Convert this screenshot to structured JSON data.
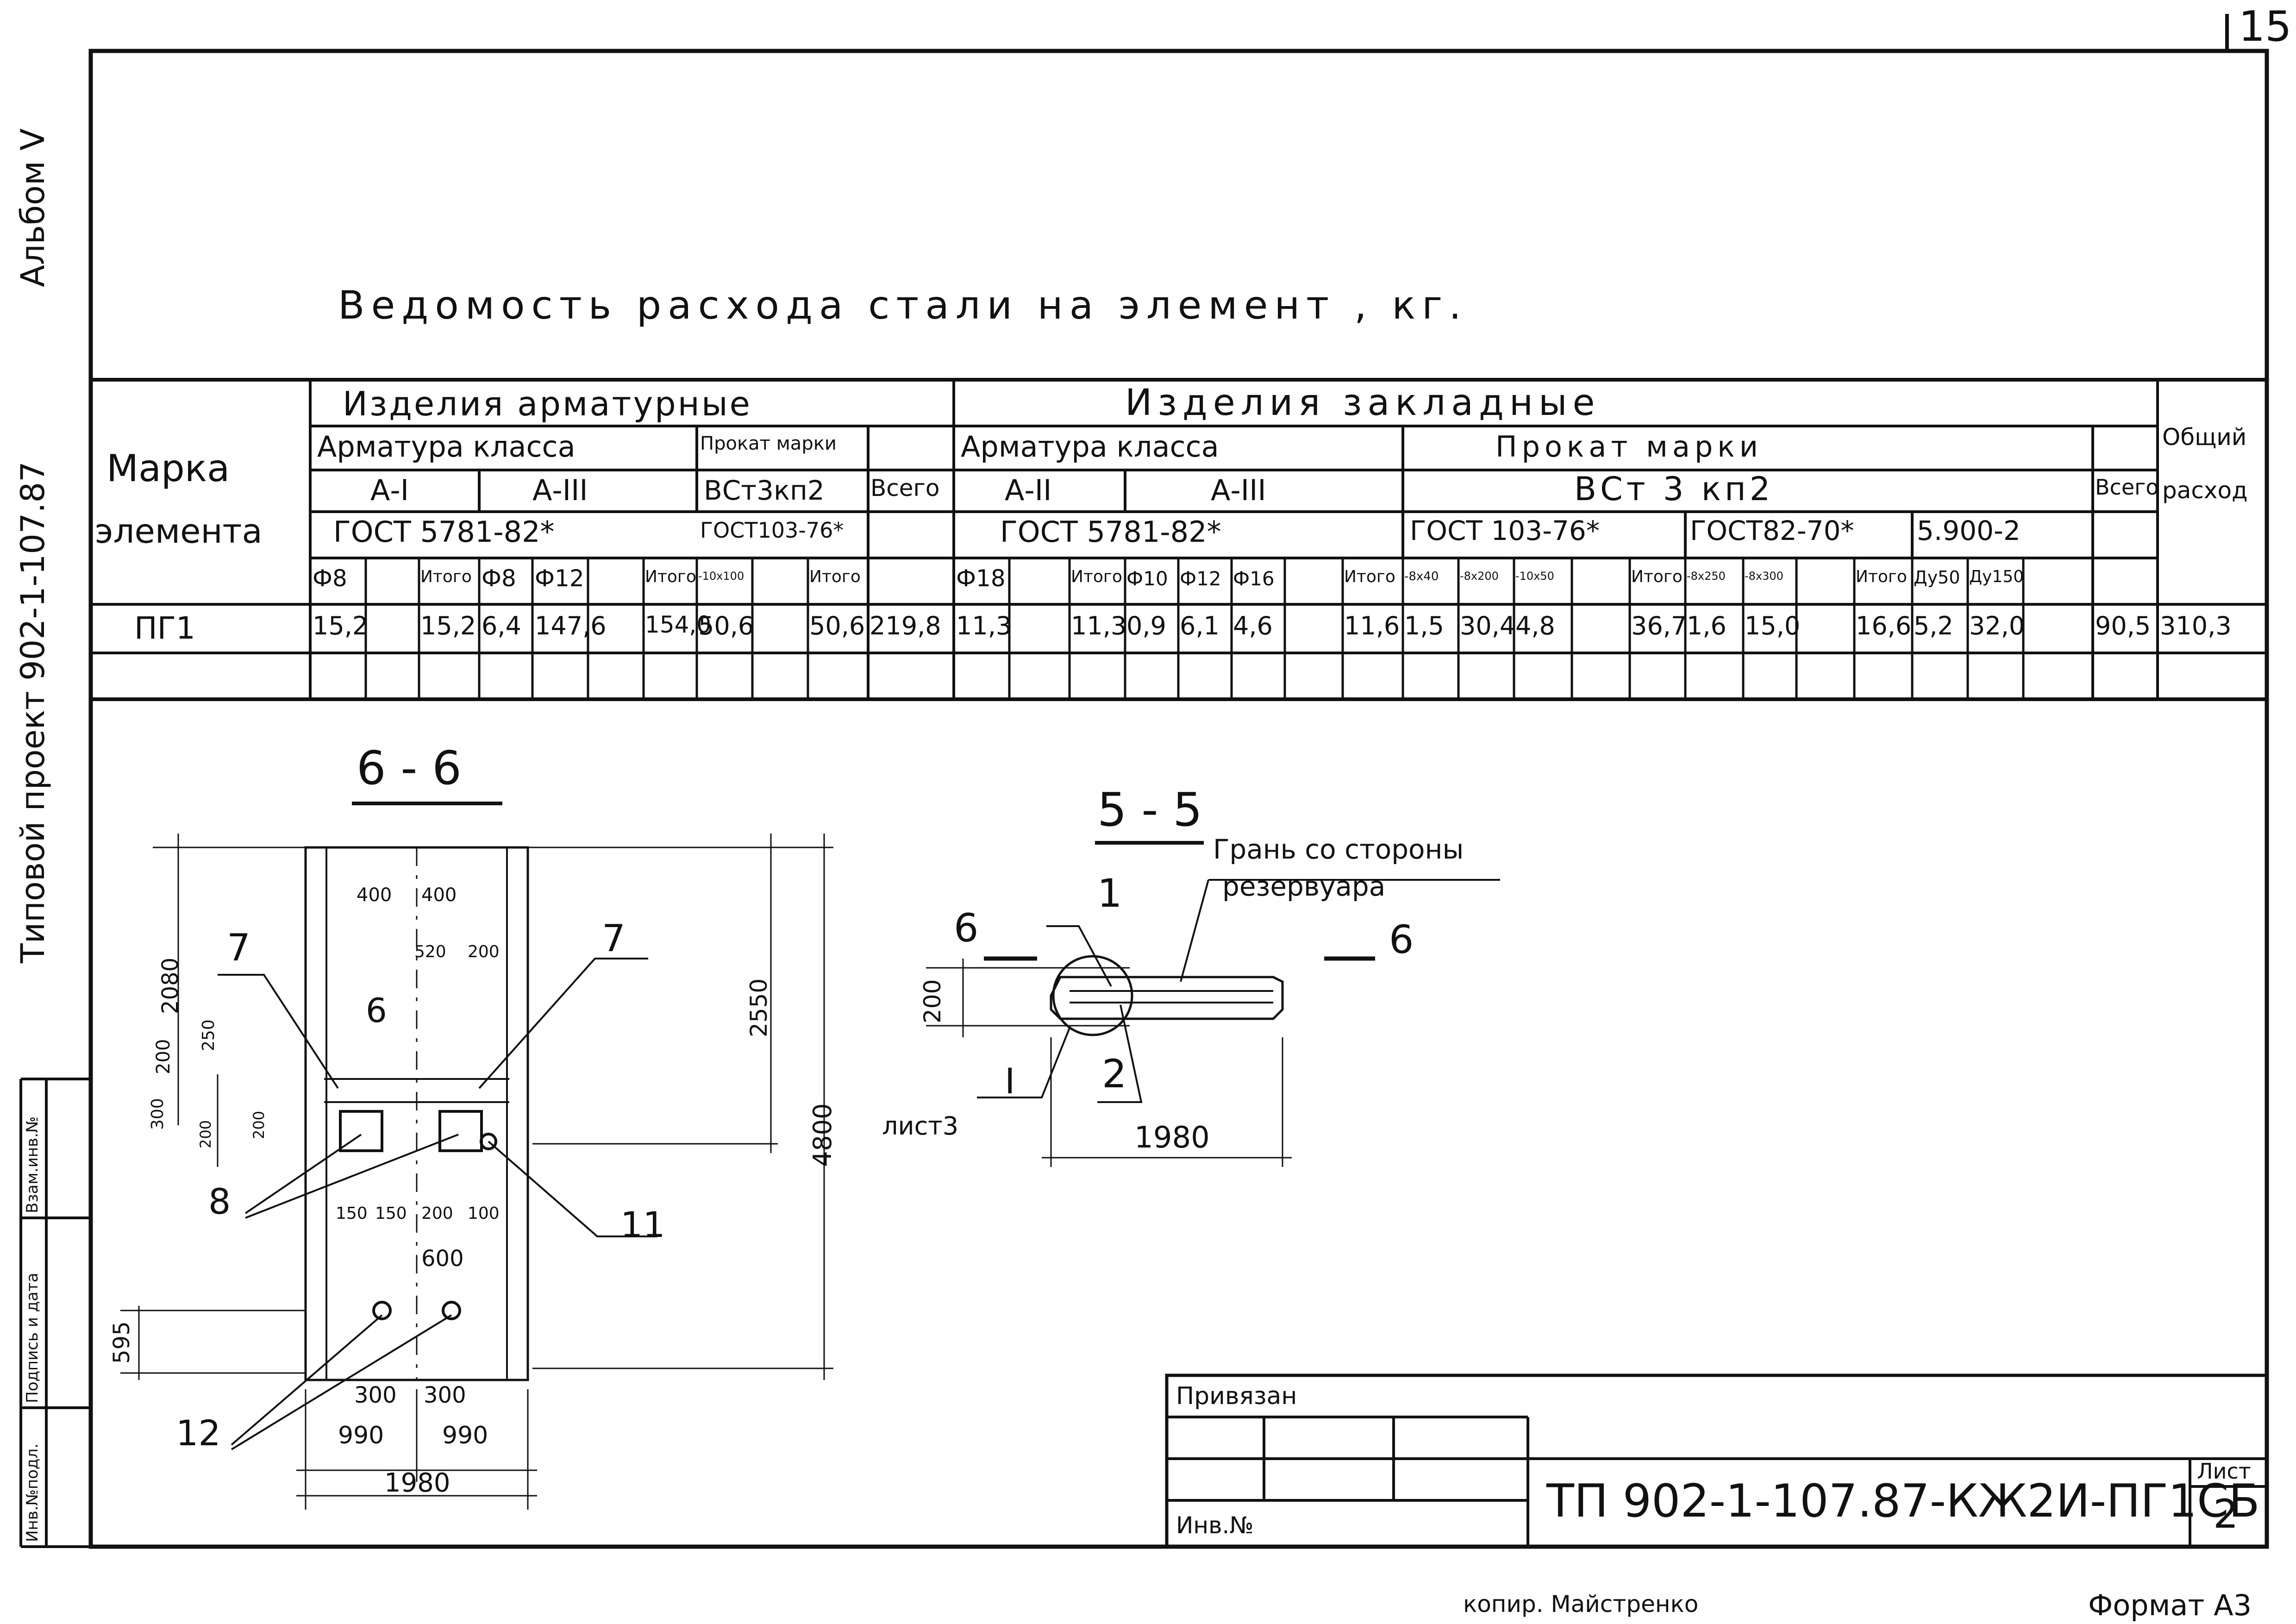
{
  "sheet_number_corner": "15",
  "album": "Альбом V",
  "project_side": "Типовой проект 902-1-107.87",
  "title": "Ведомость расхода стали на элемент , кг.",
  "table": {
    "col_mark_1": "Марка",
    "col_mark_2": "элемента",
    "group_armature": "Изделия арматурные",
    "group_embedded": "Изделия закладные",
    "col_total_overall_1": "Общий",
    "col_total_overall_2": "расход",
    "arm_class": "Арматура класса",
    "arm_a1": "А-I",
    "arm_a3": "А-III",
    "arm_gost": "ГОСТ 5781-82*",
    "rolled_brand": "Прокат марки",
    "rolled_steel": "ВСт3кп2",
    "rolled_gost": "ГОСТ103-76*",
    "total": "Всего",
    "emb_arm_class": "Арматура класса",
    "emb_a2": "А-II",
    "emb_a3": "А-III",
    "emb_gost": "ГОСТ 5781-82*",
    "emb_rolled_brand": "Прокат марки",
    "emb_rolled_steel": "ВСт 3 кп2",
    "emb_gost1": "ГОСТ 103-76*",
    "emb_gost2": "ГОСТ82-70*",
    "emb_gost3": "5.900-2",
    "emb_total": "Всего",
    "sub_headers": [
      "Ф8",
      "",
      "Итого",
      "Ф8",
      "Ф12",
      "",
      "Итого",
      "-10х100",
      "",
      "Итого",
      "Ф18",
      "",
      "Итого",
      "Ф10",
      "Ф12",
      "Ф16",
      "",
      "Итого",
      "-8х40",
      "-8х200",
      "-10х50",
      "",
      "Итого",
      "-8х250",
      "-8х300",
      "",
      "Итого",
      "Ду50",
      "Ду150",
      ""
    ],
    "row_mark": "ПГ1",
    "row_values": [
      "15,2",
      "",
      "15,2",
      "6,4",
      "147,6",
      "",
      "154,0",
      "50,6",
      "",
      "50,6",
      "219,8",
      "11,3",
      "",
      "11,3",
      "0,9",
      "6,1",
      "4,6",
      "",
      "11,6",
      "1,5",
      "30,4",
      "4,8",
      "",
      "36,7",
      "1,6",
      "15,0",
      "",
      "16,6",
      "5,2",
      "32,0",
      "",
      "90,5",
      "310,3"
    ]
  },
  "section_66": {
    "title": "6 - 6",
    "dims": [
      "2080",
      "200",
      "250",
      "300",
      "200",
      "200",
      "400",
      "400",
      "520",
      "200",
      "2550",
      "4800",
      "150",
      "150",
      "200",
      "100",
      "600",
      "595",
      "300",
      "300",
      "990",
      "990",
      "1980"
    ],
    "callouts": [
      "7",
      "7",
      "6",
      "8",
      "11",
      "12"
    ]
  },
  "section_55": {
    "title": "5 - 5",
    "note_1": "Грань со стороны",
    "note_2": "резервуара",
    "cut_left": "6",
    "cut_right": "6",
    "callouts": [
      "1",
      "2"
    ],
    "node": "I",
    "node_sheet": "лист3",
    "dim_200": "200",
    "dim_1980": "1980"
  },
  "side_stamps": [
    "Инв.№подл.",
    "Подпись и дата",
    "Взам.инв.№"
  ],
  "title_block": {
    "bound": "Привязан",
    "inv": "Инв.№",
    "code": "ТП 902-1-107.87-КЖ2И-ПГ1СБ",
    "sheet_label": "Лист",
    "sheet_value": "2"
  },
  "footer_copy": "копир. Майстренко",
  "footer_format": "Формат А3"
}
